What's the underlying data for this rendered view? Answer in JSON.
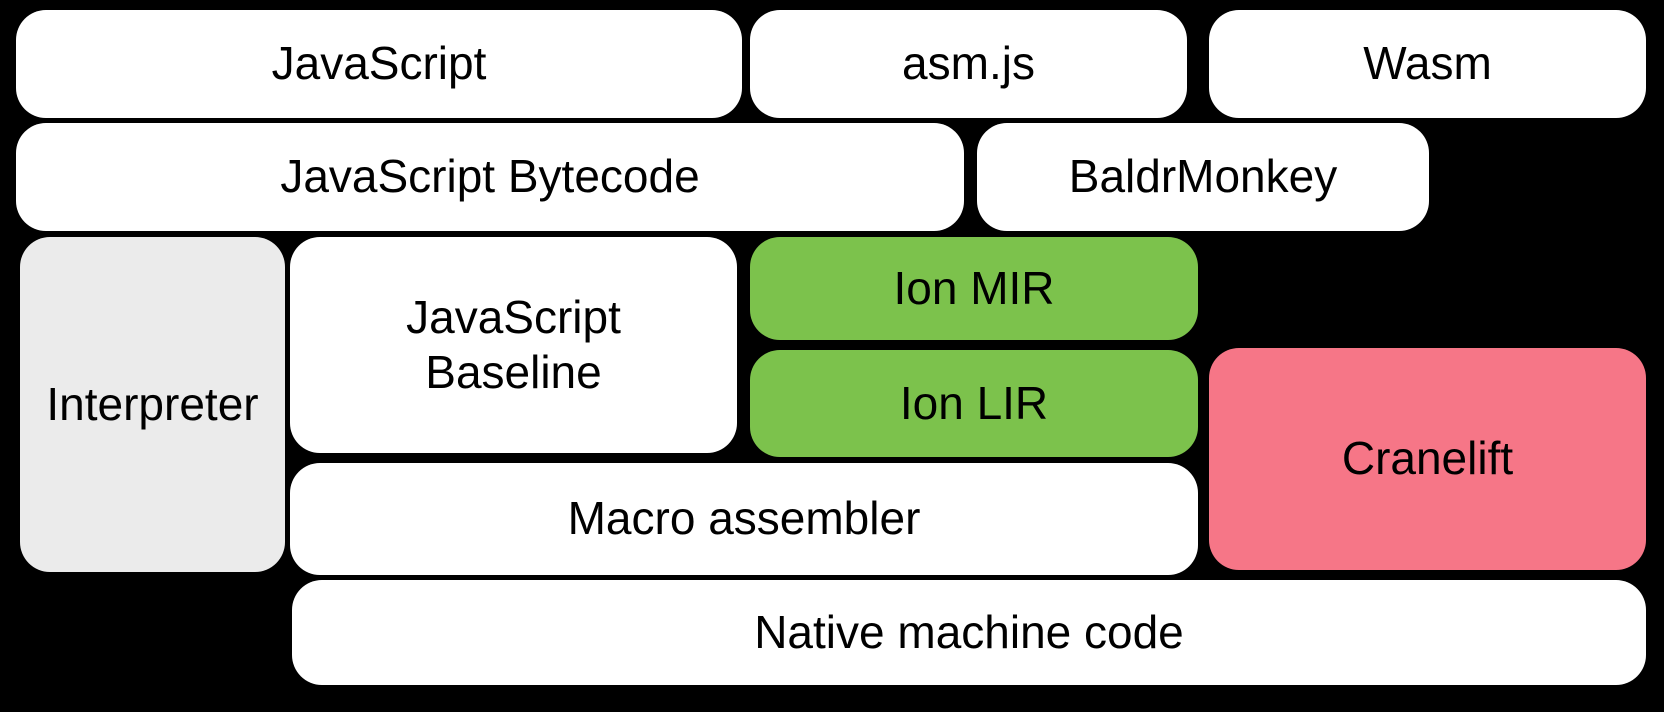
{
  "diagram": {
    "colors": {
      "background": "#000000",
      "box_white": "#FFFFFF",
      "box_gray": "#EBEBEB",
      "box_green": "#7CC24C",
      "box_pink": "#F67687",
      "text": "#000000"
    },
    "boxes": [
      {
        "id": "javascript",
        "label": "JavaScript",
        "bg": "#FFFFFF"
      },
      {
        "id": "asmjs",
        "label": "asm.js",
        "bg": "#FFFFFF"
      },
      {
        "id": "wasm",
        "label": "Wasm",
        "bg": "#FFFFFF"
      },
      {
        "id": "javascript-bytecode",
        "label": "JavaScript Bytecode",
        "bg": "#FFFFFF"
      },
      {
        "id": "baldrmonkey",
        "label": "BaldrMonkey",
        "bg": "#FFFFFF"
      },
      {
        "id": "interpreter",
        "label": "Interpreter",
        "bg": "#EBEBEB"
      },
      {
        "id": "javascript-baseline",
        "label": "JavaScript\nBaseline",
        "bg": "#FFFFFF"
      },
      {
        "id": "ion-mir",
        "label": "Ion MIR",
        "bg": "#7CC24C"
      },
      {
        "id": "ion-lir",
        "label": "Ion LIR",
        "bg": "#7CC24C"
      },
      {
        "id": "cranelift",
        "label": "Cranelift",
        "bg": "#F67687"
      },
      {
        "id": "macro-assembler",
        "label": "Macro assembler",
        "bg": "#FFFFFF"
      },
      {
        "id": "native-machine-code",
        "label": "Native machine code",
        "bg": "#FFFFFF"
      }
    ]
  }
}
